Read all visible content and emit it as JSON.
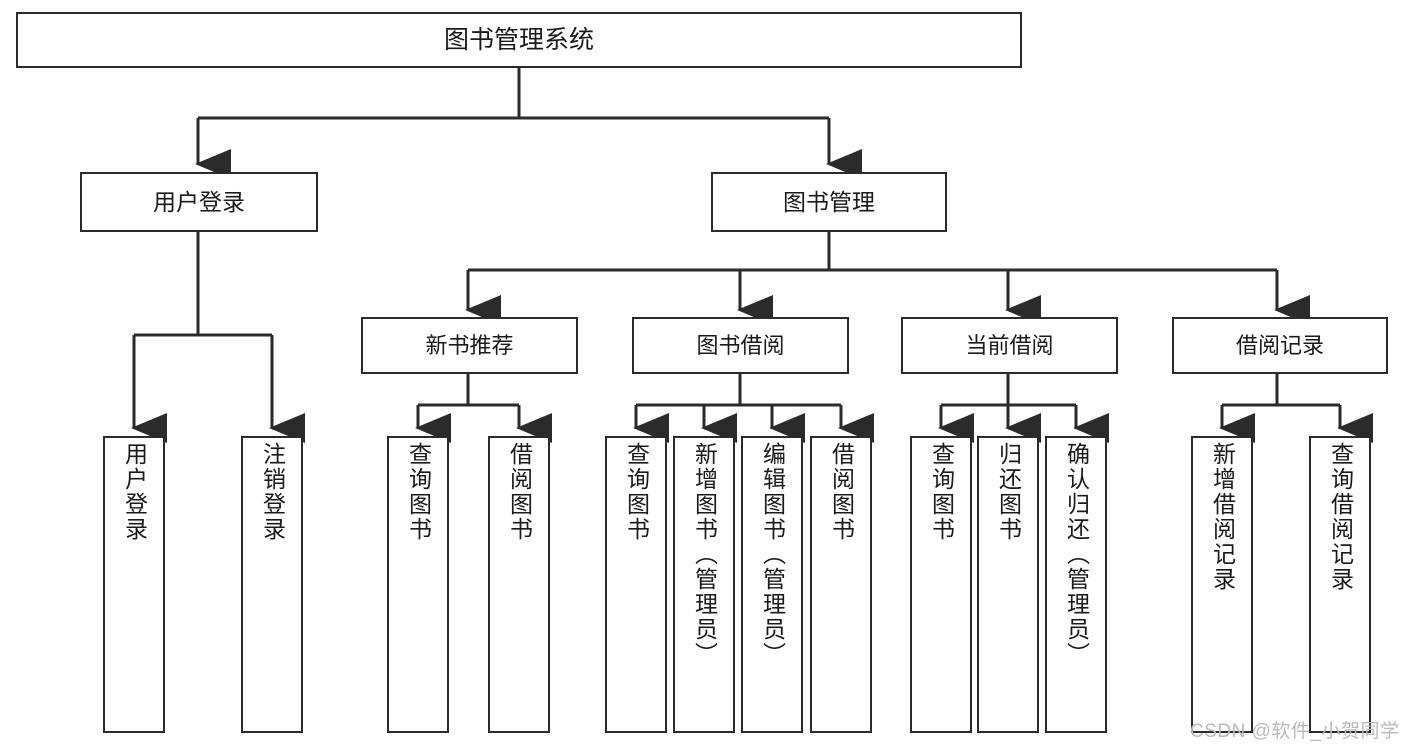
{
  "diagram": {
    "title": "图书管理系统",
    "type": "tree-hierarchy",
    "root": {
      "id": "root",
      "label": "图书管理系统"
    },
    "level1": [
      {
        "id": "user-login",
        "label": "用户登录"
      },
      {
        "id": "book-manage",
        "label": "图书管理"
      }
    ],
    "level2": [
      {
        "id": "new-book-recommend",
        "label": "新书推荐",
        "parent": "book-manage"
      },
      {
        "id": "book-borrow",
        "label": "图书借阅",
        "parent": "book-manage"
      },
      {
        "id": "current-borrow",
        "label": "当前借阅",
        "parent": "book-manage"
      },
      {
        "id": "borrow-record",
        "label": "借阅记录",
        "parent": "book-manage"
      }
    ],
    "leaves": [
      {
        "id": "leaf-user-login",
        "label": "用户登录",
        "parent": "user-login"
      },
      {
        "id": "leaf-logout",
        "label": "注销登录",
        "parent": "user-login"
      },
      {
        "id": "leaf-query-book-1",
        "label": "查询图书",
        "parent": "new-book-recommend"
      },
      {
        "id": "leaf-borrow-book-1",
        "label": "借阅图书",
        "parent": "new-book-recommend"
      },
      {
        "id": "leaf-query-book-2",
        "label": "查询图书",
        "parent": "book-borrow"
      },
      {
        "id": "leaf-add-book",
        "label": "新增图书（管理员）",
        "parent": "book-borrow"
      },
      {
        "id": "leaf-edit-book",
        "label": "编辑图书（管理员）",
        "parent": "book-borrow"
      },
      {
        "id": "leaf-borrow-book-2",
        "label": "借阅图书",
        "parent": "book-borrow"
      },
      {
        "id": "leaf-query-book-3",
        "label": "查询图书",
        "parent": "current-borrow"
      },
      {
        "id": "leaf-return-book",
        "label": "归还图书",
        "parent": "current-borrow"
      },
      {
        "id": "leaf-confirm-return",
        "label": "确认归还（管理员）",
        "parent": "current-borrow"
      },
      {
        "id": "leaf-add-record",
        "label": "新增借阅记录",
        "parent": "borrow-record"
      },
      {
        "id": "leaf-query-record",
        "label": "查询借阅记录",
        "parent": "borrow-record"
      }
    ],
    "watermark": "CSDN @软件_小贺同学",
    "colors": {
      "stroke": "#2b2b2b",
      "fill": "#ffffff",
      "text": "#1a1a1a",
      "watermark": "#b9b9b9"
    }
  }
}
